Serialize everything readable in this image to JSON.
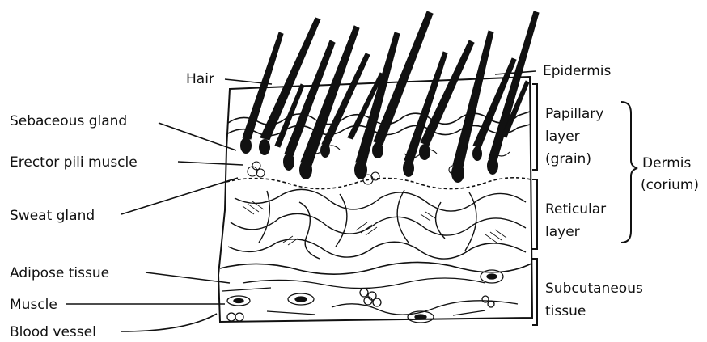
{
  "labels": {
    "hair": "Hair",
    "sebaceous_gland": "Sebaceous gland",
    "erector_pili_muscle": "Erector pili muscle",
    "sweat_gland": "Sweat gland",
    "adipose_tissue": "Adipose tissue",
    "muscle": "Muscle",
    "blood_vessel": "Blood vessel",
    "epidermis": "Epidermis",
    "papillary_layer": [
      "Papillary",
      "layer",
      "(grain)"
    ],
    "reticular_layer": [
      "Reticular",
      "layer"
    ],
    "dermis": [
      "Dermis",
      "(corium)"
    ],
    "subcutaneous_tissue": [
      "Subcutaneous",
      "tissue"
    ]
  },
  "colors": {
    "ink": "#111111",
    "background": "#ffffff"
  }
}
